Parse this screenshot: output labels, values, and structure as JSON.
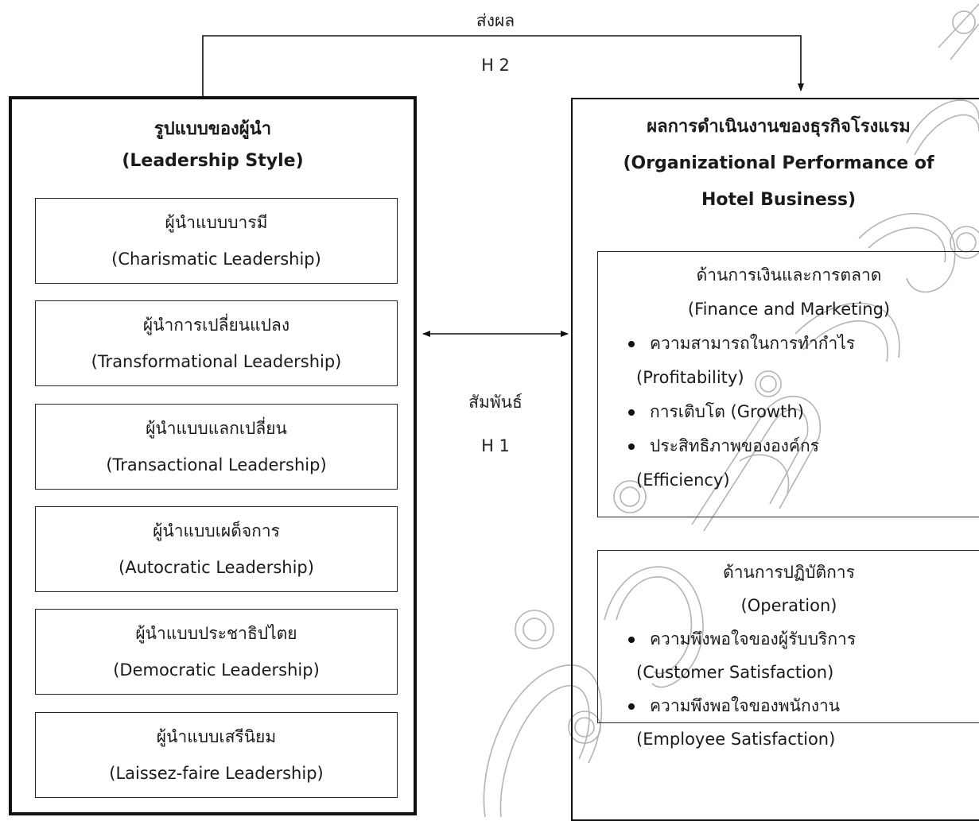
{
  "edges": {
    "h2": {
      "label": "ส่งผล",
      "code": "H 2"
    },
    "h1": {
      "label": "สัมพันธ์",
      "code": "H 1"
    }
  },
  "leadership": {
    "title_th": "รูปแบบของผู้นำ",
    "title_en": "(Leadership Style)",
    "styles": [
      {
        "th": "ผู้นำแบบบารมี",
        "en": "(Charismatic Leadership)"
      },
      {
        "th": "ผู้นำการเปลี่ยนแปลง",
        "en": "(Transformational Leadership)"
      },
      {
        "th": "ผู้นำแบบแลกเปลี่ยน",
        "en": "(Transactional Leadership)"
      },
      {
        "th": "ผู้นำแบบเผด็จการ",
        "en": "(Autocratic Leadership)"
      },
      {
        "th": "ผู้นำแบบประชาธิปไตย",
        "en": "(Democratic Leadership)"
      },
      {
        "th": "ผู้นำแบบเสรีนิยม",
        "en": "(Laissez-faire Leadership)"
      }
    ]
  },
  "performance": {
    "title_th": "ผลการดำเนินงานของธุรกิจโรงแรม",
    "title_en_1": "(Organizational Performance of",
    "title_en_2": "Hotel Business)",
    "dimensions": [
      {
        "th": "ด้านการเงินและการตลาด",
        "en": "(Finance and Marketing)",
        "items": [
          {
            "th": "ความสามารถในการทำกำไร",
            "en": "(Profitability)"
          },
          {
            "th": "การเติบโต (Growth)"
          },
          {
            "th": "ประสิทธิภาพขององค์กร",
            "en": "(Efficiency)"
          }
        ]
      },
      {
        "th": "ด้านการปฏิบัติการ",
        "en": "(Operation)",
        "items": [
          {
            "th": "ความพึงพอใจของผู้รับบริการ",
            "en": "(Customer Satisfaction)"
          },
          {
            "th": "ความพึงพอใจของพนักงาน",
            "en": "(Employee Satisfaction)"
          }
        ]
      }
    ]
  }
}
